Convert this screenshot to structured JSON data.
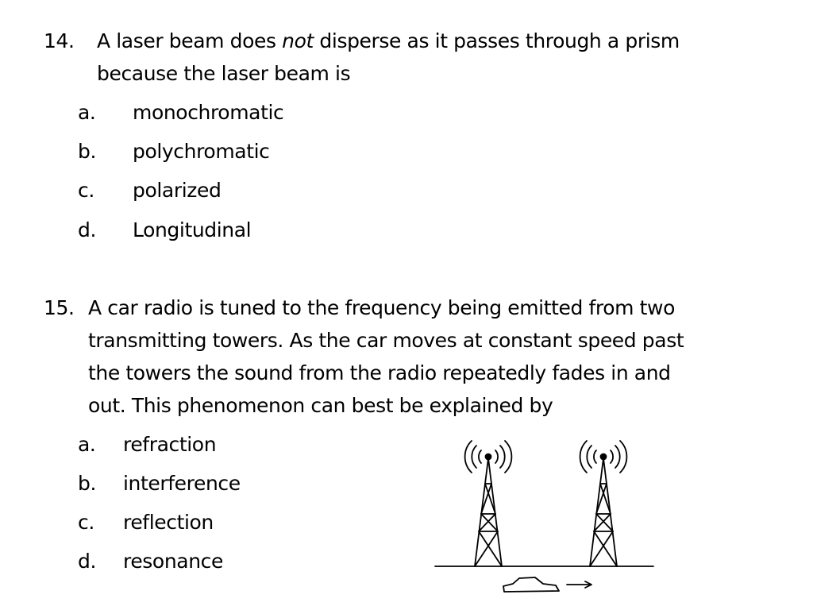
{
  "questions": [
    {
      "number": "14.",
      "stem": {
        "line1_before": "A laser beam does ",
        "line1_em": "not",
        "line1_after": " disperse as it passes through a prism",
        "line2": "because the laser beam is"
      },
      "options": [
        {
          "letter": "a.",
          "text": "monochromatic"
        },
        {
          "letter": "b.",
          "text": "polychromatic"
        },
        {
          "letter": "c.",
          "text": "polarized"
        },
        {
          "letter": "d.",
          "text": "Longitudinal"
        }
      ]
    },
    {
      "number": "15.",
      "stem": {
        "line1": "A car radio is tuned to the frequency being emitted from two",
        "line2": "transmitting towers.  As the car moves at constant speed past",
        "line3": "the towers the sound from the radio repeatedly fades in and",
        "line4": "out. This phenomenon can best be explained by"
      },
      "options": [
        {
          "letter": "a.",
          "text": "refraction"
        },
        {
          "letter": "b.",
          "text": "interference"
        },
        {
          "letter": "c.",
          "text": "reflection"
        },
        {
          "letter": "d.",
          "text": "resonance"
        }
      ]
    }
  ],
  "figure": {
    "towers": 2,
    "signal_icon": "radio-waves-icon",
    "vehicle_icon": "car-icon",
    "direction_icon": "arrow-right-icon",
    "line_color": "#000000"
  }
}
